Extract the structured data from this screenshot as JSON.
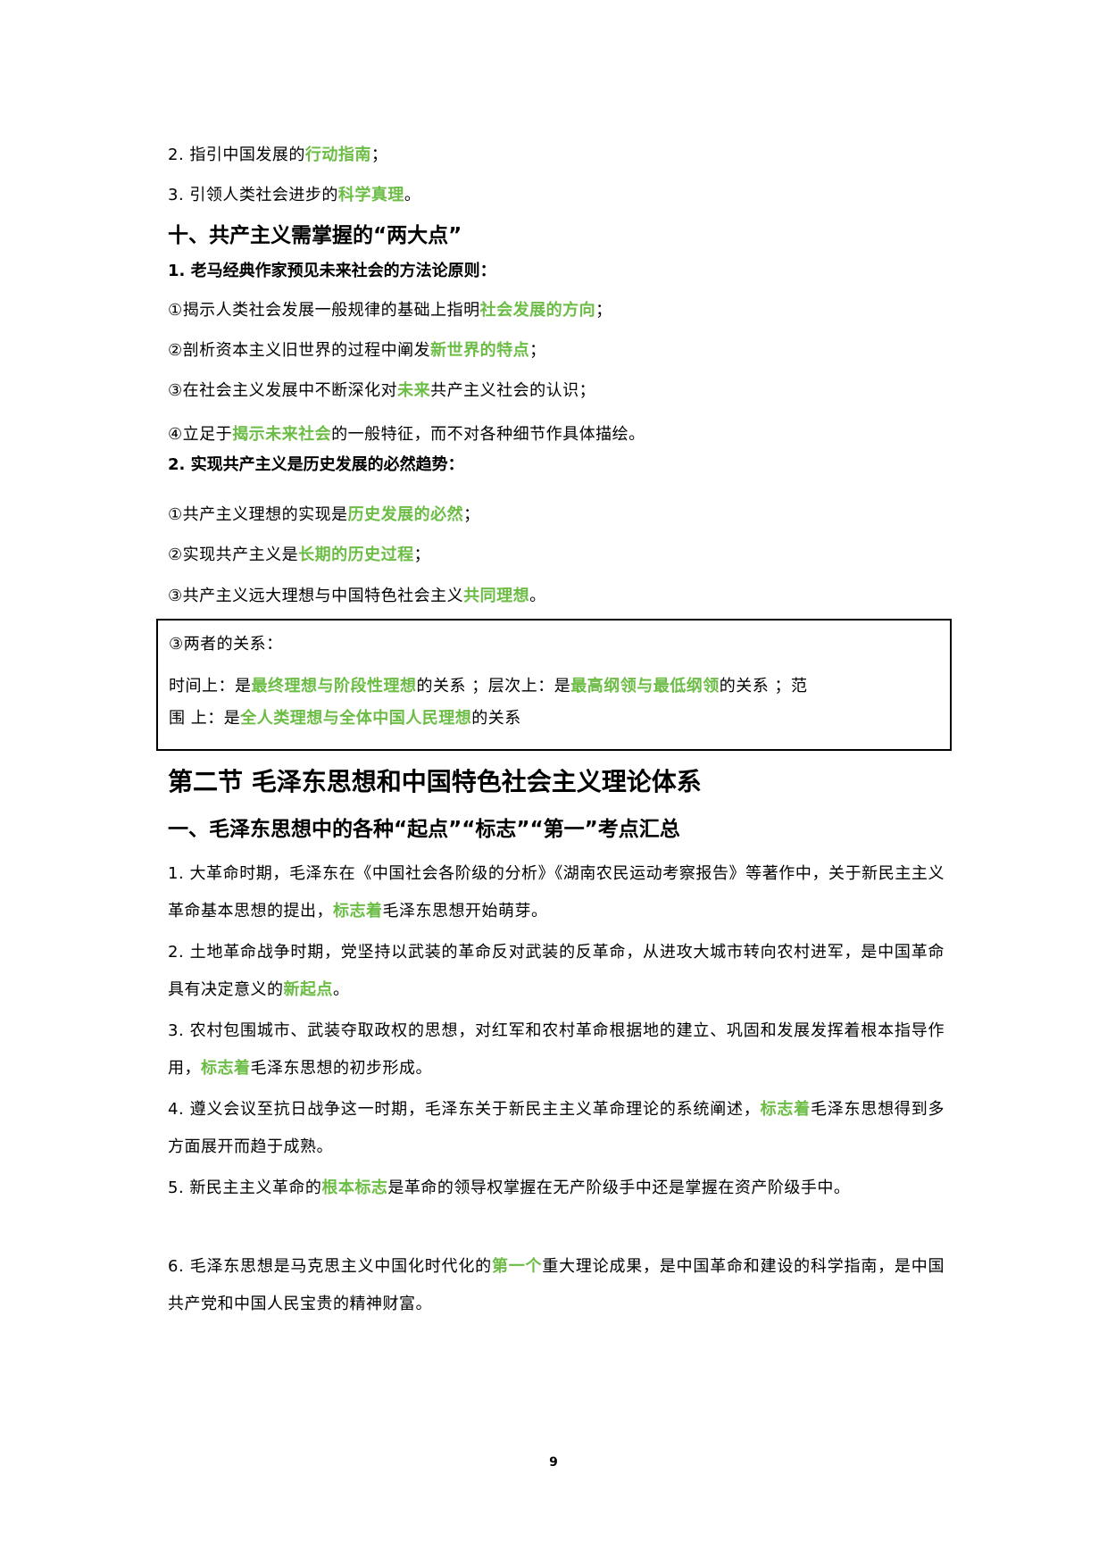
{
  "document": {
    "page_number": "9",
    "highlight_color": "#6cbd45",
    "intro_items": [
      {
        "pre": "2. 指引中国发展的",
        "hl": "行动指南",
        "post": "；"
      },
      {
        "pre": "3. 引领人类社会进步的",
        "hl": "科学真理",
        "post": "。"
      }
    ],
    "section_ten": {
      "heading": "十、共产主义需掌握的“两大点”",
      "point1": {
        "title": "1. 老马经典作家预见未来社会的方法论原则：",
        "items": [
          {
            "pre": "①揭示人类社会发展一般规律的基础上指明",
            "hl": "社会发展的方向",
            "post": "；"
          },
          {
            "pre": "②剖析资本主义旧世界的过程中阐发",
            "hl": "新世界的特点",
            "post": "；"
          },
          {
            "pre": "③在社会主义发展中不断深化对",
            "hl": "未来",
            "post": "共产主义社会的认识；"
          },
          {
            "pre": "④立足于",
            "hl": "揭示未来社会",
            "post": "的一般特征，而不对各种细节作具体描绘。"
          }
        ]
      },
      "point2": {
        "title": "2. 实现共产主义是历史发展的必然趋势：",
        "items": [
          {
            "pre": "①共产主义理想的实现是",
            "hl": "历史发展的必然",
            "post": "；"
          },
          {
            "pre": "②实现共产主义是",
            "hl": "长期的历史过程",
            "post": "；"
          },
          {
            "pre": "③共产主义远大理想与中国特色社会主义",
            "hl": "共同理想",
            "post": "。"
          }
        ]
      },
      "relation_box": {
        "title": "③两者的关系：",
        "line1": {
          "p1": "时间上：是",
          "h1": "最终理想与阶段性理想",
          "p2": "的关系 ；层次上：是",
          "h2": "最高纲领与最低纲领",
          "p3": "的关系 ；范"
        },
        "line2": {
          "p1": "围 上：是",
          "h1": "全人类理想与全体中国人民理想",
          "p2": "的关系"
        }
      }
    },
    "section_two": {
      "heading": "第二节  毛泽东思想和中国特色社会主义理论体系",
      "subheading": "一、毛泽东思想中的各种“起点”“标志”“第一”考点汇总",
      "items": [
        {
          "pre": "1. 大革命时期，毛泽东在《中国社会各阶级的分析》《湖南农民运动考察报告》等著作中，关于新民主主义革命基本思想的提出，",
          "hl": "标志着",
          "post": "毛泽东思想开始萌芽。"
        },
        {
          "pre": "2. 土地革命战争时期，党坚持以武装的革命反对武装的反革命，从进攻大城市转向农村进军，是中国革命具有决定意义的",
          "hl": "新起点",
          "post": "。"
        },
        {
          "pre": "3. 农村包围城市、武装夺取政权的思想，对红军和农村革命根据地的建立、巩固和发展发挥着根本指导作用，",
          "hl": "标志着",
          "post": "毛泽东思想的初步形成。"
        },
        {
          "pre": "4. 遵义会议至抗日战争这一时期，毛泽东关于新民主主义革命理论的系统阐述，",
          "hl": "标志着",
          "post": "毛泽东思想得到多方面展开而趋于成熟。"
        },
        {
          "pre": "5. 新民主主义革命的",
          "hl": "根本标志",
          "post": "是革命的领导权掌握在无产阶级手中还是掌握在资产阶级手中。"
        },
        {
          "pre": "6. 毛泽东思想是马克思主义中国化时代化的",
          "hl": "第一个",
          "post": "重大理论成果，是中国革命和建设的科学指南，是中国共产党和中国人民宝贵的精神财富。"
        }
      ]
    }
  }
}
